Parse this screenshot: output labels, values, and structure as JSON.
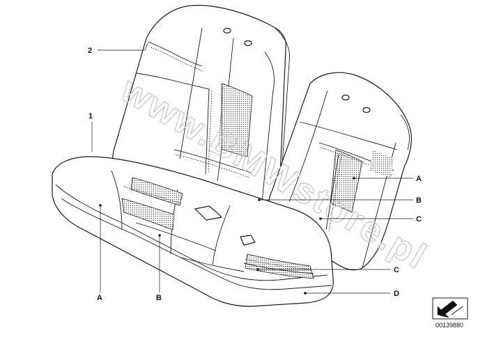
{
  "watermark": "www.BMWstore.pl",
  "catalog_number": "00139880",
  "callouts": {
    "backrest": "2",
    "cushion": "1",
    "back_a": "A",
    "back_b": "B",
    "back_c": "C",
    "seat_c": "C",
    "seat_d": "D",
    "seat_a": "A",
    "seat_b": "B"
  },
  "icons": {
    "corner": "arrow-icon"
  }
}
